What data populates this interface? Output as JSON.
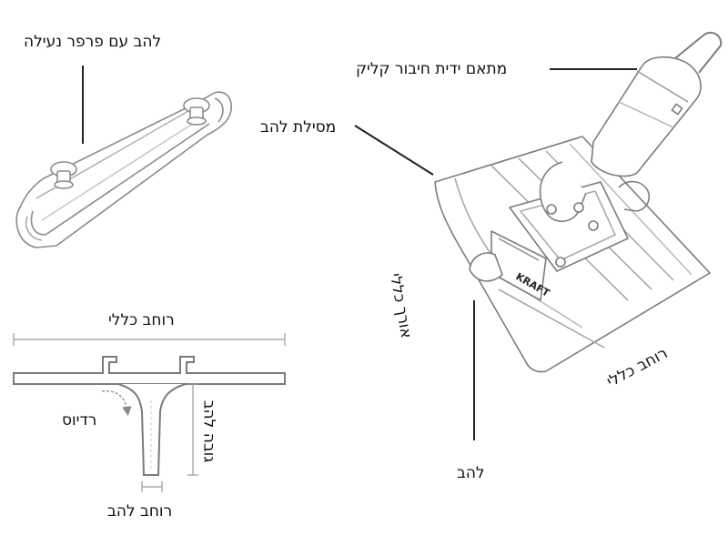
{
  "labels": {
    "blade_with_wingnut": "להב עם פרפר נעילה",
    "click_handle_adapter": "מתאם ידית חיבור קליק",
    "blade_track": "מסילת להב",
    "overall_length": "אורך כללי",
    "overall_width_right": "רוחב כללי",
    "blade": "להב",
    "overall_width_left": "רוחב כללי",
    "radius": "רדיוס",
    "blade_height": "גובה להב",
    "blade_width": "רוחב להב"
  },
  "logo_text": "KRAFT"
}
